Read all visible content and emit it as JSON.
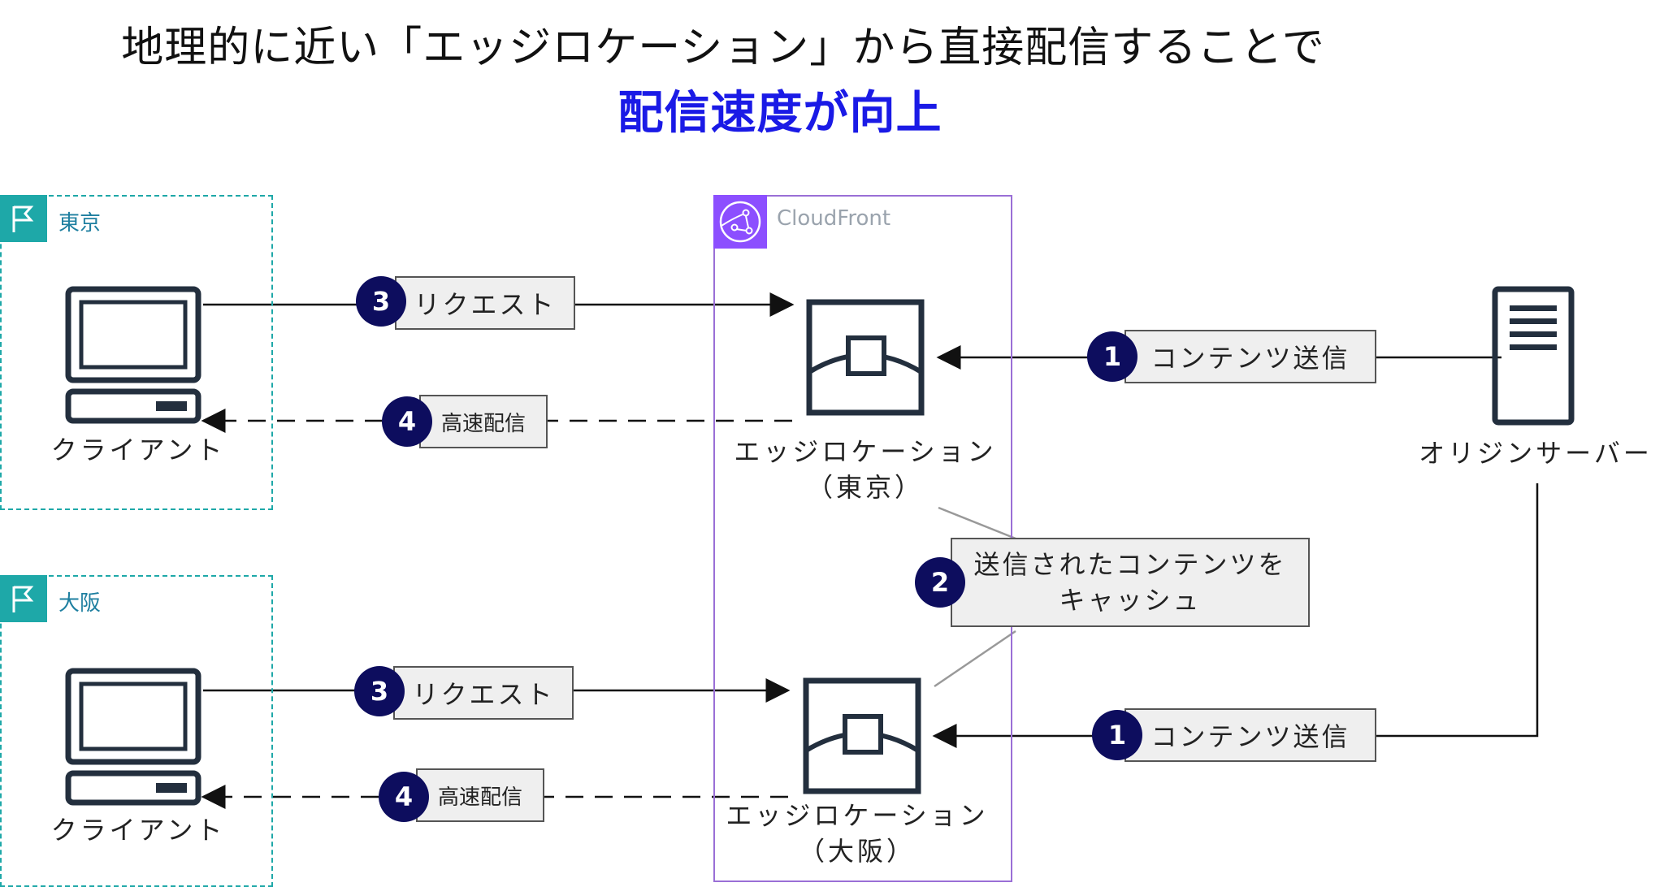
{
  "title": {
    "line1": "地理的に近い「エッジロケーション」から直接配信することで",
    "line2": "配信速度が向上"
  },
  "regions": {
    "tokyo": {
      "label": "東京"
    },
    "osaka": {
      "label": "大阪"
    }
  },
  "cloudfront": {
    "label": "CloudFront"
  },
  "nodes": {
    "client_tokyo": "クライアント",
    "client_osaka": "クライアント",
    "edge_tokyo": {
      "line1": "エッジロケーション",
      "line2": "（東京）"
    },
    "edge_osaka": {
      "line1": "エッジロケーション",
      "line2": "（大阪）"
    },
    "origin": "オリジンサーバー"
  },
  "steps": {
    "request_tokyo": {
      "number": "3",
      "label": "リクエスト"
    },
    "deliver_tokyo": {
      "number": "4",
      "label": "高速配信"
    },
    "send_tokyo": {
      "number": "1",
      "label": "コンテンツ送信"
    },
    "cache": {
      "number": "2",
      "line1": "送信されたコンテンツを",
      "line2": "キャッシュ"
    },
    "request_osaka": {
      "number": "3",
      "label": "リクエスト"
    },
    "deliver_osaka": {
      "number": "4",
      "label": "高速配信"
    },
    "send_osaka": {
      "number": "1",
      "label": "コンテンツ送信"
    }
  },
  "colors": {
    "title_emphasis": "#1a1ae6",
    "region_border": "#1ea8a8",
    "cloudfront_border": "#9a6fd6",
    "badge": "#0d0d5e"
  }
}
